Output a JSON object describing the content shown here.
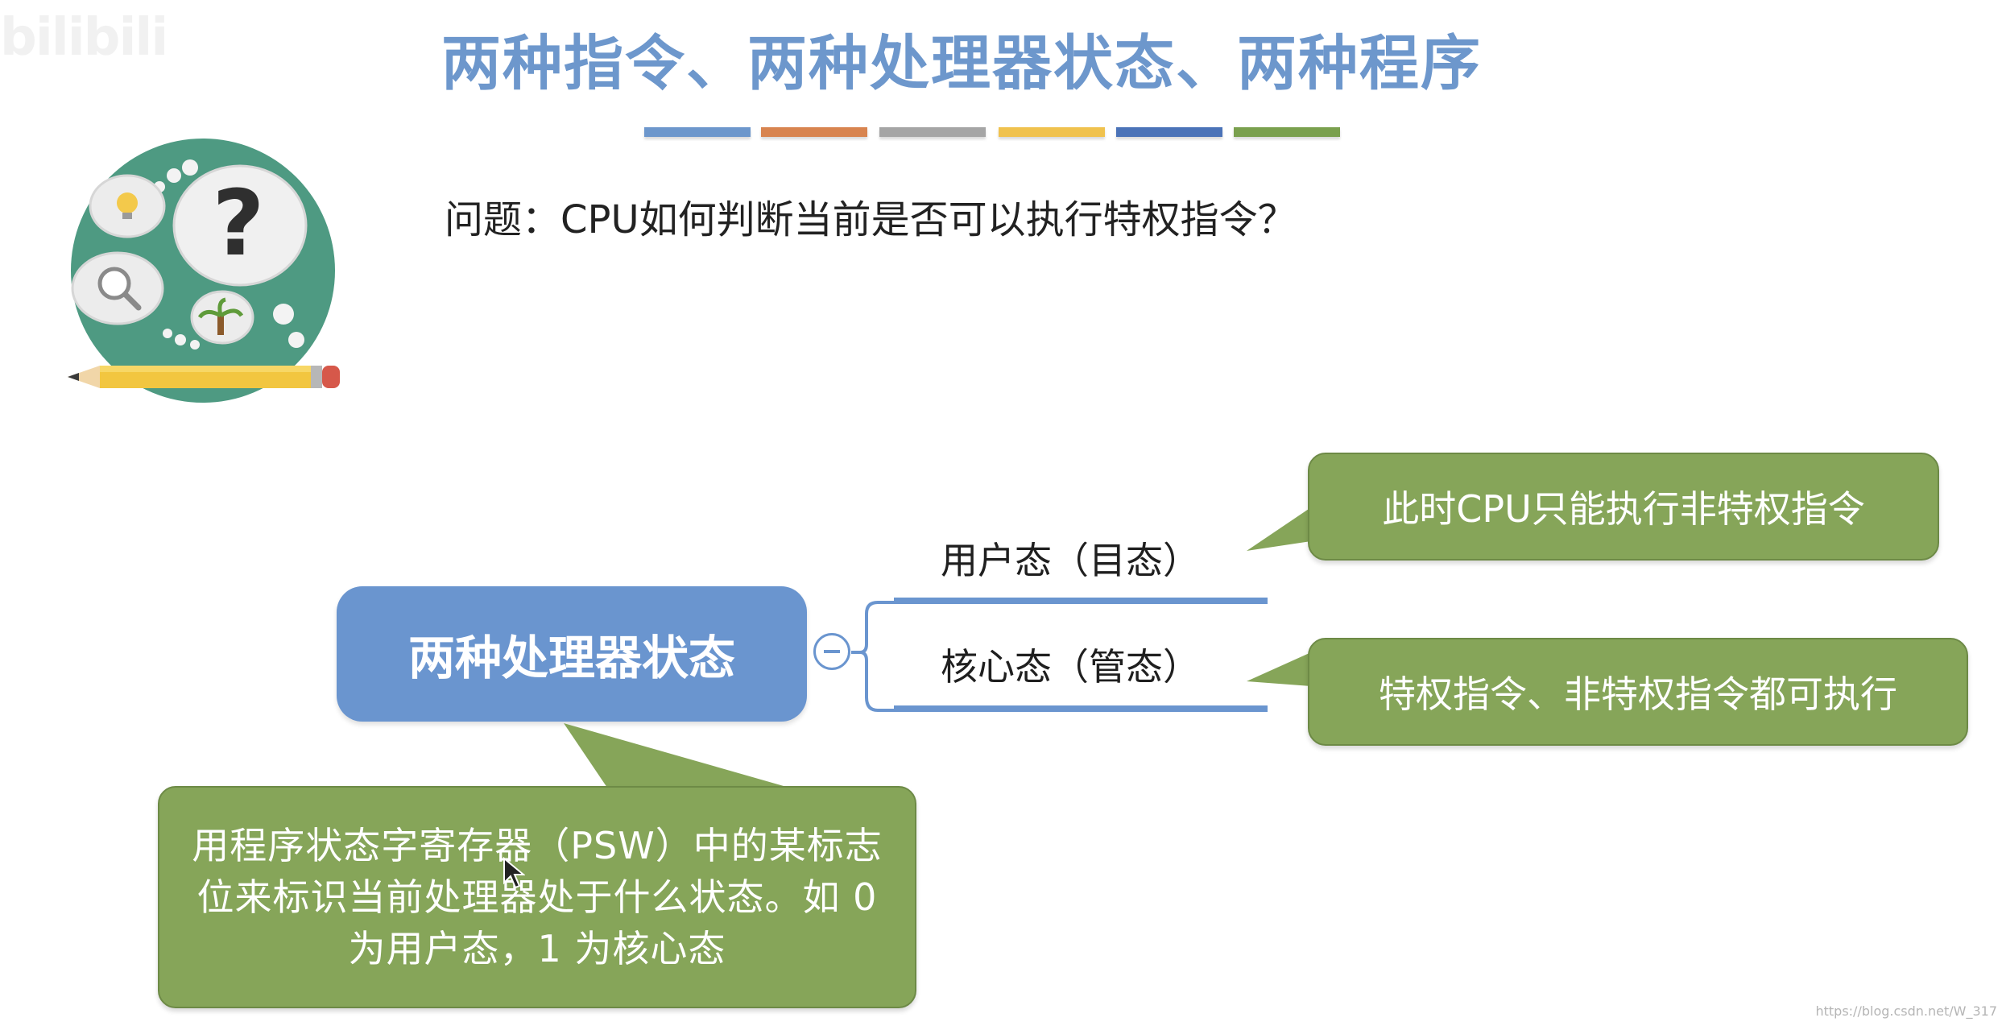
{
  "watermark": {
    "top_left": "bilibili",
    "bottom_right": "https://blog.csdn.net/W_317"
  },
  "slide": {
    "title": "两种指令、两种处理器状态、两种程序",
    "question": "问题：CPU如何判断当前是否可以执行特权指令？"
  },
  "colors": {
    "title": "#6d97cc",
    "stripes": [
      "#6d97cc",
      "#d8844f",
      "#a5a5a5",
      "#f0c24e",
      "#4b73b8",
      "#7aa04e"
    ],
    "central_node": "#6a95cf",
    "callout": "#86a559",
    "illustration_bg": "#4e9a82"
  },
  "icons": {
    "illustration": "thinking-question-icon",
    "pencil": "pencil-icon",
    "cursor": "mouse-pointer-icon"
  },
  "mindmap": {
    "central": "两种处理器状态",
    "branches": [
      {
        "label": "用户态（目态）",
        "note": "此时CPU只能执行非特权指令"
      },
      {
        "label": "核心态（管态）",
        "note": "特权指令、非特权指令都可执行"
      }
    ],
    "central_note": "用程序状态字寄存器（PSW）中的某标志位来标识当前处理器处于什么状态。如 0 为用户态，1 为核心态"
  }
}
